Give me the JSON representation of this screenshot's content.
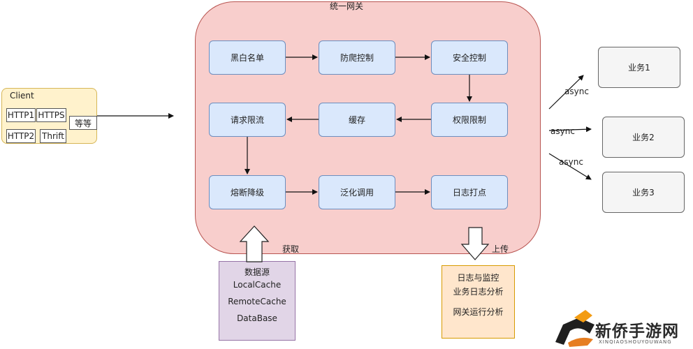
{
  "gateway": {
    "title": "统一网关",
    "nodes": {
      "blacklist": "黑白名单",
      "anticrawl": "防爬控制",
      "security": "安全控制",
      "permission": "权限限制",
      "cache": "缓存",
      "ratelimit": "请求限流",
      "circuit": "熔断降级",
      "generic": "泛化调用",
      "logging": "日志打点"
    },
    "fetch_label": "获取",
    "upload_label": "上传"
  },
  "client": {
    "title": "Client",
    "protocols": {
      "http1": "HTTP1",
      "https": "HTTPS",
      "http2": "HTTP2",
      "thrift": "Thrift",
      "etc": "等等"
    }
  },
  "services": {
    "items": [
      "业务1",
      "业务2",
      "业务3"
    ],
    "async_label": "async"
  },
  "datasource": {
    "title": "数据源",
    "items": [
      "LocalCache",
      "RemoteCache",
      "DataBase"
    ]
  },
  "monitoring": {
    "title": "日志与监控",
    "items": [
      "业务日志分析",
      "网关运行分析"
    ]
  },
  "watermark": {
    "name": "新侨手游网",
    "sub": "XINQIAOSHOUYOUWANG"
  },
  "colors": {
    "gateway_fill": "#f8cecc",
    "node_fill": "#dae8fc",
    "client_fill": "#fff2cc",
    "datasource_fill": "#e1d5e7",
    "monitor_fill": "#ffe6cc",
    "service_fill": "#f5f5f5"
  }
}
